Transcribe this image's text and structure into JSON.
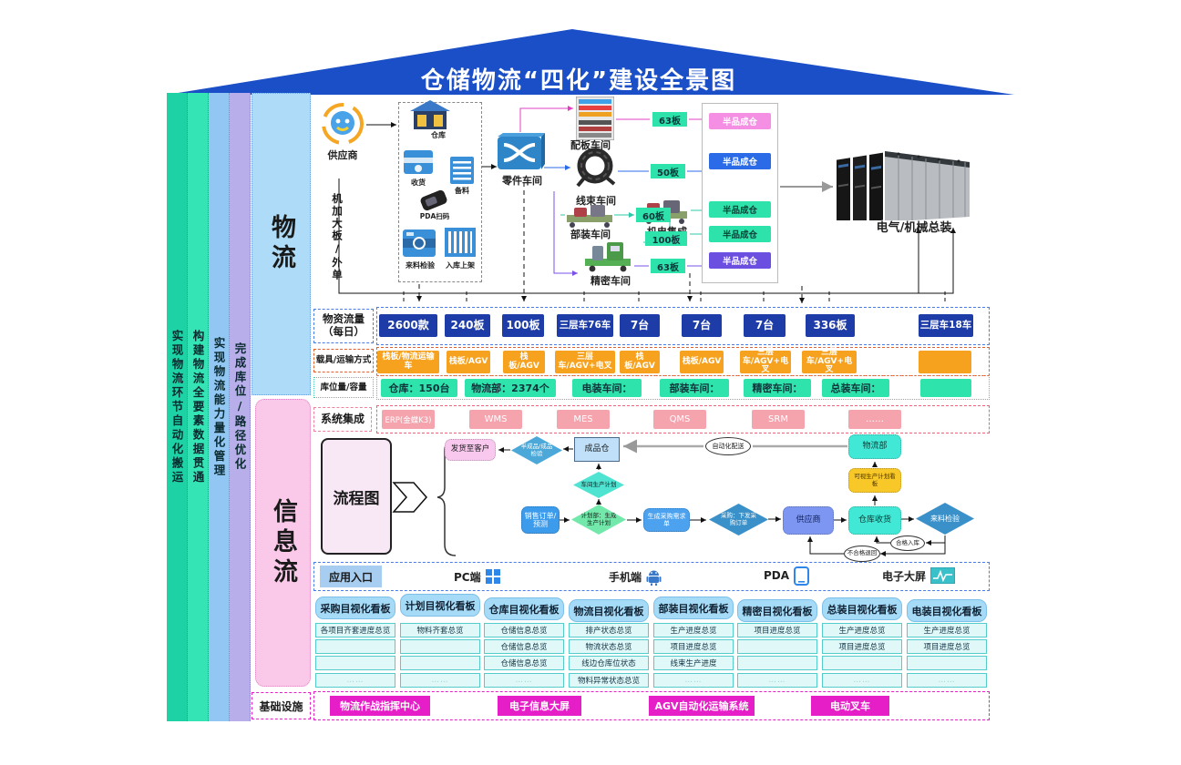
{
  "title": "仓储物流“四化”建设全景图",
  "left_bars": [
    {
      "label": "实现物流环节自动化搬运",
      "color": "#1dd3a5"
    },
    {
      "label": "构建物流全要素数据贯通",
      "color": "#35e4b4"
    },
    {
      "label": "实现物流能力量化管理",
      "color": "#92c7f3"
    },
    {
      "label": "完成库位/路径优化",
      "color": "#b7aeea"
    }
  ],
  "lanes": {
    "logistics": "物流",
    "information": "信息流",
    "infrastructure": "基础设施"
  },
  "top_flow": {
    "supplier_label": "供应商",
    "supply_note": "机加大板/外单",
    "receiving": {
      "warehouse": "仓库",
      "receive": "收货",
      "prepare": "备料",
      "pda": "PDA扫码",
      "inspect": "来料检验",
      "shelve": "入库上架"
    },
    "workshops": {
      "parts": "零件车间",
      "board": "配板车间",
      "harness": "线束车间",
      "subassembly": "部装车间",
      "mechatronics": "机电集成",
      "precision": "精密车间"
    },
    "final_assembly": "电气/机械总装",
    "stores": [
      {
        "label": "半品成仓",
        "color": "#f48fe3"
      },
      {
        "label": "半品成仓",
        "color": "#2b6be8"
      },
      {
        "label": "半品成仓",
        "color": "#2ee2ab"
      },
      {
        "label": "半品成仓",
        "color": "#2ee2ab"
      },
      {
        "label": "半品成仓",
        "color": "#6b4fe0"
      }
    ],
    "badges": [
      "63板",
      "50板",
      "60板",
      "100板",
      "63板"
    ]
  },
  "metrics": {
    "flow": {
      "label": "物资流量\n（每日）",
      "values": [
        "2600款",
        "240板",
        "100板",
        "三层车76车",
        "7台",
        "7台",
        "7台",
        "336板",
        "三层车18车"
      ]
    },
    "carrier": {
      "label": "载具/运输方式",
      "values": [
        "栈板/物流运输车",
        "栈板/AGV",
        "栈板/AGV",
        "三层车/AGV+电叉",
        "栈板/AGV",
        "栈板/AGV",
        "三层车/AGV+电叉",
        "三层车/AGV+电叉",
        ""
      ]
    },
    "capacity": {
      "label": "库位量/容量",
      "values": [
        "仓库：150台",
        "物流部：2374个",
        "电装车间：",
        "部装车间：",
        "精密车间：",
        "总装车间：",
        ""
      ]
    }
  },
  "systems": {
    "label": "系统集成",
    "items": [
      "ERP(金蝶K3)",
      "WMS",
      "MES",
      "QMS",
      "SRM",
      "……"
    ]
  },
  "flowchart": {
    "label": "流程图",
    "nodes": {
      "ship": "发货至客户",
      "final_check": "半成品/成品检验",
      "finished_store": "成品仓",
      "shop_plan": "车间生产计划",
      "plan_dept": "计划部：生成生产计划",
      "sales_order": "销售订单/预测",
      "purchase_req": "生成采购需求单",
      "purchase_issue": "采购：下发采购订单",
      "supplier": "供应商",
      "receive": "仓库收货",
      "incoming_check": "来料检验",
      "qualified": "合格入库",
      "unqualified": "不合格退回",
      "plan_board": "可视生产计划看板",
      "logistics_dept": "物流部",
      "auto_delivery": "自动化配送"
    }
  },
  "app_entry": {
    "label": "应用入口",
    "items": [
      {
        "label": "PC端",
        "icon": "windows-icon"
      },
      {
        "label": "手机端",
        "icon": "android-icon"
      },
      {
        "label": "PDA",
        "icon": "tablet-icon"
      },
      {
        "label": "电子大屏",
        "icon": "screen-icon"
      }
    ]
  },
  "kanban": {
    "boards": [
      {
        "title": "采购目视化看板",
        "items": [
          "各项目齐套进度总览",
          "",
          "",
          "……"
        ]
      },
      {
        "title": "计划目视化看板",
        "items": [
          "物料齐套总览",
          "",
          "",
          "……"
        ]
      },
      {
        "title": "仓库目视化看板",
        "items": [
          "仓储信息总览",
          "仓储信息总览",
          "仓储信息总览",
          "……"
        ]
      },
      {
        "title": "物流目视化看板",
        "items": [
          "排产状态总览",
          "物流状态总览",
          "线边仓库位状态",
          "物料异常状态总览"
        ]
      },
      {
        "title": "部装目视化看板",
        "items": [
          "生产进度总览",
          "项目进度总览",
          "线束生产进度",
          "……"
        ]
      },
      {
        "title": "精密目视化看板",
        "items": [
          "项目进度总览",
          "",
          "",
          "……"
        ]
      },
      {
        "title": "总装目视化看板",
        "items": [
          "生产进度总览",
          "项目进度总览",
          "",
          "……"
        ]
      },
      {
        "title": "电装目视化看板",
        "items": [
          "生产进度总览",
          "项目进度总览",
          "",
          "……"
        ]
      }
    ]
  },
  "infrastructure": {
    "label": "基础设施",
    "items": [
      "物流作战指挥中心",
      "电子信息大屏",
      "AGV自动化运输系统",
      "电动叉车"
    ]
  },
  "colors": {
    "roof": "#1b4fc8",
    "flow_value": "#1e3ca8",
    "carrier": "#f6a21e",
    "capacity": "#2ee3ac",
    "system": "#f5a4ae",
    "kanban_header": "#a6dbf7",
    "infra_item": "#e61ec8"
  }
}
